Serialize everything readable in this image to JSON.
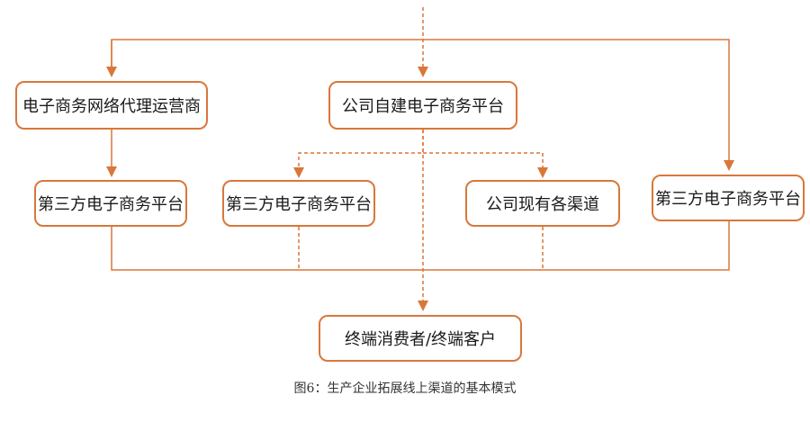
{
  "nodes": {
    "agent": "电子商务网络代理运营商",
    "self_built": "公司自建电子商务平台",
    "third_party_left": "第三方电子商务平台",
    "third_party_mid": "第三方电子商务平台",
    "existing_channels": "公司现有各渠道",
    "third_party_right": "第三方电子商务平台",
    "consumer": "终端消费者/终端客户"
  },
  "caption": "图6：生产企业拓展线上渠道的基本模式",
  "colors": {
    "line": "#d9773a",
    "box_border": "#d9773a",
    "text": "#1a1a1a"
  }
}
